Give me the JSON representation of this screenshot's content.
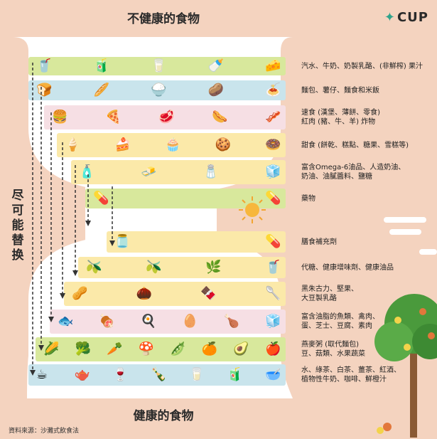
{
  "header": {
    "title": "不健康的食物",
    "logo": "CUP"
  },
  "footer": {
    "title": "健康的食物",
    "source": "資料來源：沙灘式飲食法"
  },
  "side_label": [
    "尽",
    "可",
    "能",
    "替",
    "换"
  ],
  "levels": [
    {
      "id": "sugary-drinks",
      "label": [
        "汽水、牛奶、奶製乳酪、(非鮮榨) 果汁"
      ],
      "color": "#d8e89c",
      "icons": [
        "🥤",
        "🧃",
        "🥛",
        "🍼",
        "🧀"
      ]
    },
    {
      "id": "refined-carbs",
      "label": [
        "麵包、薯仔、麵食和米飯"
      ],
      "color": "#c9e4ec",
      "icons": [
        "🍞",
        "🥖",
        "🍚",
        "🥔",
        "🍝"
      ]
    },
    {
      "id": "fast-food",
      "label": [
        "速食 (漢堡、薄餅、零食)",
        "紅肉 (豬、牛、羊) 炸物"
      ],
      "color": "#f6dfe4",
      "icons": [
        "🍔",
        "🍕",
        "🥩",
        "🌭",
        "🥓"
      ]
    },
    {
      "id": "sweets",
      "label": [
        "甜食 (餅乾、糕點、糖果、雪糕等)"
      ],
      "color": "#fbe9a9",
      "icons": [
        "🍦",
        "🍰",
        "🧁",
        "🍪",
        "🍩"
      ]
    },
    {
      "id": "omega6",
      "label": [
        "富含Omega-6油品、人造奶油、",
        "奶油、油膩醬料、鹽糖"
      ],
      "color": "#fbe9a9",
      "icons": [
        "🧴",
        "🧈",
        "🧂",
        "🧊"
      ]
    },
    {
      "id": "medicine",
      "label": [
        "藥物"
      ],
      "color": "#d8e89c",
      "icons": [
        "💊",
        "💊"
      ]
    },
    {
      "id": "supplements",
      "label": [
        "膳食補充劑"
      ],
      "color": "#fbe9a9",
      "icons": [
        "🫙",
        "💊"
      ]
    },
    {
      "id": "oils",
      "label": [
        "代糖、健康增味劑、健康油品"
      ],
      "color": "#fbe9a9",
      "icons": [
        "🫒",
        "🫒",
        "🌿",
        "🥤"
      ]
    },
    {
      "id": "chocolate-nuts",
      "label": [
        "黑朱古力、堅果、",
        "大豆製乳酪"
      ],
      "color": "#fbe9a9",
      "icons": [
        "🥜",
        "🌰",
        "🍫",
        "🥄"
      ]
    },
    {
      "id": "protein",
      "label": [
        "富含油脂的魚類、禽肉、",
        "蛋、芝士、豆腐、素肉"
      ],
      "color": "#f6dfe4",
      "icons": [
        "🐟",
        "🍖",
        "🍳",
        "🥚",
        "🍗",
        "🧊"
      ]
    },
    {
      "id": "grains-veg",
      "label": [
        "燕麥粥 (取代麵包)",
        "豆、菇類、水果蔬菜"
      ],
      "color": "#d8e89c",
      "icons": [
        "🌽",
        "🥦",
        "🥕",
        "🍄",
        "🫛",
        "🍊",
        "🥑",
        "🍎"
      ]
    },
    {
      "id": "drinks",
      "label": [
        "水、綠茶、白茶、薑茶、紅酒、",
        "植物性牛奶、咖啡、鮮橙汁"
      ],
      "color": "#c9e4ec",
      "icons": [
        "☕",
        "🫖",
        "🍷",
        "🍾",
        "🥛",
        "🧃",
        "🥣"
      ]
    }
  ]
}
